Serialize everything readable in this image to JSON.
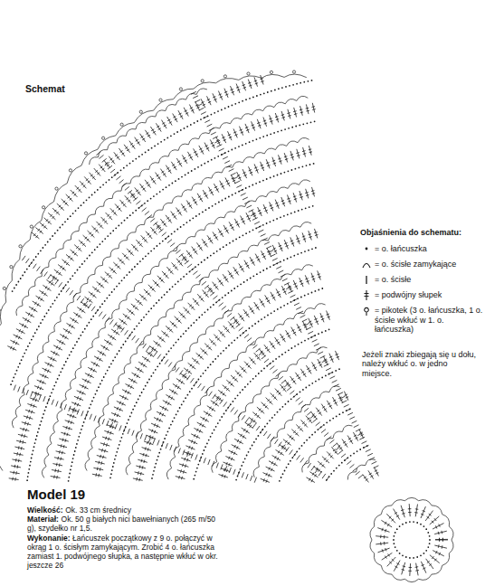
{
  "diagram": {
    "title": "Model 19",
    "labels": [
      "Schemat",
      "Objaśnienia do schematu:",
      "Jeżeli znaki zbiegają się u dołu, należy wkłuć o. w jedno miejsce.",
      "Wielkość:",
      "Ok. 33 cm średnicy",
      "Materiał:",
      "Ok. 50 g białych nici bawełnianych (265 m/50 g), szydełko nr 1,5.",
      "Wykonanie:",
      "Łańcuszek początkowy z 9 o. połączyć w okrąg 1 o. ścisłym zamykającym. Zrobić 4 o. łańcuszka zamiast 1. podwójnego słupka, a następnie wkłuć w okr. jeszcze 26"
    ],
    "legend": [
      {
        "text": "= o. łańcuszka"
      },
      {
        "text": "= o. ścisłe zamykające"
      },
      {
        "text": "= o. ścisłe"
      },
      {
        "text": "= podwójny słupek"
      },
      {
        "text": "= pikotek (3 o. łańcuszka, 1 o. ścisłe wkłuć w 1. o. łańcuszka)"
      }
    ]
  }
}
